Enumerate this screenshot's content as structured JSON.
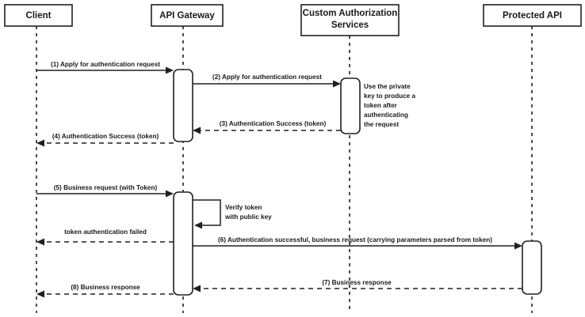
{
  "diagram": {
    "type": "sequence-diagram",
    "title": "API Gateway token authentication sequence",
    "colors": {
      "background": "#ffffff",
      "stroke": "#231f20",
      "text": "#1a1a1a"
    },
    "participants": [
      {
        "id": "client",
        "label": "Client",
        "label_lines": [
          "Client"
        ]
      },
      {
        "id": "gateway",
        "label": "API Gateway",
        "label_lines": [
          "API Gateway"
        ]
      },
      {
        "id": "authsvc",
        "label": "Custom Authorization Services",
        "label_lines": [
          "Custom Authorization",
          "Services"
        ]
      },
      {
        "id": "protapi",
        "label": "Protected API",
        "label_lines": [
          "Protected API"
        ]
      }
    ],
    "messages": [
      {
        "seq": "(1)",
        "label": "(1) Apply for authentication request",
        "from": "client",
        "to": "gateway",
        "style": "solid",
        "direction": "right"
      },
      {
        "seq": "(2)",
        "label": "(2) Apply for authentication request",
        "from": "gateway",
        "to": "authsvc",
        "style": "solid",
        "direction": "right"
      },
      {
        "seq": "(3)",
        "label": "(3) Authentication Success (token)",
        "from": "authsvc",
        "to": "gateway",
        "style": "dashed",
        "direction": "left"
      },
      {
        "seq": "(4)",
        "label": "(4) Authentication Success (token)",
        "from": "gateway",
        "to": "client",
        "style": "dashed",
        "direction": "left"
      },
      {
        "seq": "(5)",
        "label": "(5) Business request (with Token)",
        "from": "client",
        "to": "gateway",
        "style": "solid",
        "direction": "right"
      },
      {
        "seq": "",
        "label": "token authentication failed",
        "from": "gateway",
        "to": "client",
        "style": "dashed",
        "direction": "left"
      },
      {
        "seq": "(6)",
        "label": "(6) Authentication successful, business request (carrying parameters parsed from token)",
        "from": "gateway",
        "to": "protapi",
        "style": "solid",
        "direction": "right"
      },
      {
        "seq": "(7)",
        "label": "(7) Business response",
        "from": "protapi",
        "to": "gateway",
        "style": "dashed",
        "direction": "left"
      },
      {
        "seq": "(8)",
        "label": "(8) Business response",
        "from": "gateway",
        "to": "client",
        "style": "dashed",
        "direction": "left"
      }
    ],
    "self_messages": [
      {
        "id": "verify-token",
        "owner": "gateway",
        "label_lines": [
          "Verify token",
          "with public key"
        ]
      }
    ],
    "notes": [
      {
        "id": "private-key-note",
        "owner": "authsvc",
        "label_lines": [
          "Use the private",
          "key to produce a",
          "token after",
          "authenticating",
          "the request"
        ]
      }
    ]
  }
}
